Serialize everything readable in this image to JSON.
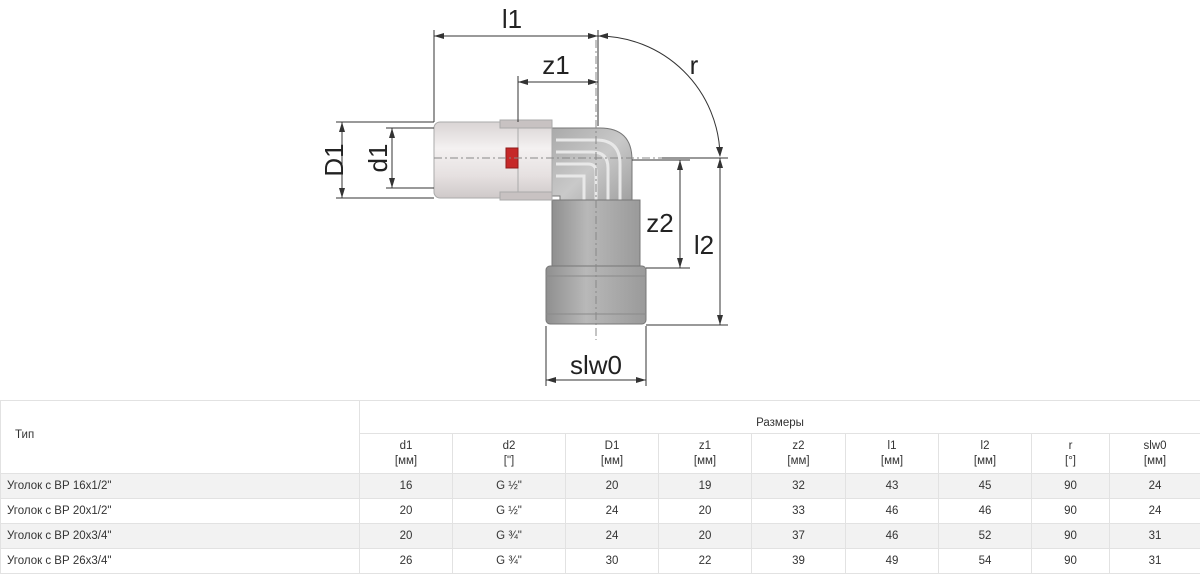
{
  "drawing": {
    "labels": {
      "l1": "l1",
      "z1": "z1",
      "r": "r",
      "D1": "D1",
      "d1": "d1",
      "z2": "z2",
      "l2": "l2",
      "slw0": "slw0"
    }
  },
  "table": {
    "type_header": "Тип",
    "group_header": "Размеры",
    "columns": [
      {
        "name": "d1",
        "unit": "[мм]"
      },
      {
        "name": "d2",
        "unit": "[\"]"
      },
      {
        "name": "D1",
        "unit": "[мм]"
      },
      {
        "name": "z1",
        "unit": "[мм]"
      },
      {
        "name": "z2",
        "unit": "[мм]"
      },
      {
        "name": "l1",
        "unit": "[мм]"
      },
      {
        "name": "l2",
        "unit": "[мм]"
      },
      {
        "name": "r",
        "unit": "[°]"
      },
      {
        "name": "slw0",
        "unit": "[мм]"
      }
    ],
    "rows": [
      {
        "name": "Уголок с ВР 16x1/2\"",
        "cells": [
          "16",
          "G ½\"",
          "20",
          "19",
          "32",
          "43",
          "45",
          "90",
          "24"
        ]
      },
      {
        "name": "Уголок с ВР 20x1/2\"",
        "cells": [
          "20",
          "G ½\"",
          "24",
          "20",
          "33",
          "46",
          "46",
          "90",
          "24"
        ]
      },
      {
        "name": "Уголок с ВР 20x3/4\"",
        "cells": [
          "20",
          "G ¾\"",
          "24",
          "20",
          "37",
          "46",
          "52",
          "90",
          "31"
        ]
      },
      {
        "name": "Уголок с ВР 26x3/4\"",
        "cells": [
          "26",
          "G ¾\"",
          "30",
          "22",
          "39",
          "49",
          "54",
          "90",
          "31"
        ]
      }
    ]
  }
}
